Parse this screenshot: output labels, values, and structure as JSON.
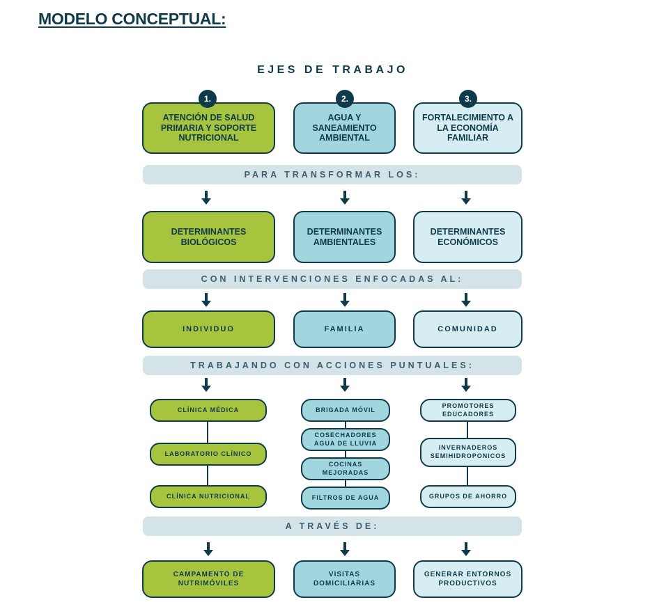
{
  "page_title": "MODELO CONCEPTUAL:",
  "diagram_title": "EJES DE TRABAJO",
  "axes": [
    {
      "number": "1.",
      "label": "ATENCIÓN DE SALUD PRIMARIA Y SOPORTE NUTRICIONAL"
    },
    {
      "number": "2.",
      "label": "AGUA Y SANEAMIENTO AMBIENTAL"
    },
    {
      "number": "3.",
      "label": "FORTALECIMIENTO A LA ECONOMÍA FAMILIAR"
    }
  ],
  "bands": [
    "PARA TRANSFORMAR LOS:",
    "CON INTERVENCIONES ENFOCADAS AL:",
    "TRABAJANDO CON ACCIONES PUNTUALES:",
    "A TRAVÉS DE:"
  ],
  "determinants": [
    "DETERMINANTES BIOLÓGICOS",
    "DETERMINANTES AMBIENTALES",
    "DETERMINANTES ECONÓMICOS"
  ],
  "targets": [
    "INDIVIDUO",
    "FAMILIA",
    "COMUNIDAD"
  ],
  "actions": [
    [
      "CLÍNICA MÉDICA",
      "LABORATORIO CLÍNICO",
      "CLÍNICA NUTRICIONAL"
    ],
    [
      "BRIGADA MÓVIL",
      "COSECHADORES AGUA DE LLUVIA",
      "COCINAS MEJORADAS",
      "FILTROS DE AGUA"
    ],
    [
      "PROMOTORES EDUCADORES",
      "INVERNADEROS SEMIHIDROPONICOS",
      "GRUPOS DE AHORRO"
    ]
  ],
  "means": [
    "CAMPAMENTO DE NUTRIMÓVILES",
    "VISITAS DOMICILIARIAS",
    "GENERAR ENTORNOS PRODUCTIVOS"
  ],
  "colors": {
    "dark": "#0f3a4a",
    "green": "#a7c43f",
    "blue": "#a2d6df",
    "light_blue": "#d6eef2",
    "band": "#d4e3e8"
  }
}
